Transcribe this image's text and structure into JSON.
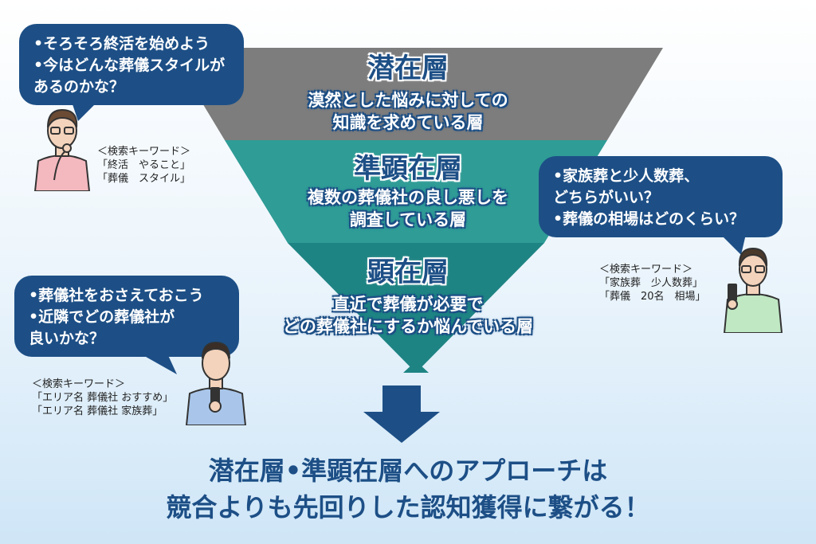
{
  "layers": [
    {
      "title": "潜在層",
      "desc": [
        "漠然とした悩みに対しての",
        "知識を求めている層"
      ],
      "color": "#7d7d7d"
    },
    {
      "title": "準顕在層",
      "desc": [
        "複数の葬儀社の良し悪しを",
        "調査している層"
      ],
      "color": "#2f9c96"
    },
    {
      "title": "顕在層",
      "desc": [
        "直近で葬儀が必要で",
        "どの葬儀社にするか悩んでいる層"
      ],
      "color": "#1e8483"
    }
  ],
  "personas": [
    {
      "bubble": [
        "•そろそろ終活を始めよう",
        "•今はどんな葬儀スタイルが",
        "  あるのかな？"
      ],
      "keywords_label": "＜検索キーワード＞",
      "keywords": [
        "「終活　やること」",
        "「葬儀　スタイル」"
      ],
      "shirt_color": "#f4b8bf"
    },
    {
      "bubble": [
        "•家族葬と少人数葬、",
        "  どちらがいい？",
        "•葬儀の相場はどのくらい？"
      ],
      "keywords_label": "＜検索キーワード＞",
      "keywords": [
        "「家族葬　少人数葬」",
        "「葬儀　20名　相場」"
      ],
      "shirt_color": "#bfe8c3"
    },
    {
      "bubble": [
        "•葬儀社をおさえておこう",
        "•近隣でどの葬儀社が",
        "  良いかな？"
      ],
      "keywords_label": "＜検索キーワード＞",
      "keywords": [
        "「エリア名 葬儀社 おすすめ」",
        "「エリア名 葬儀社 家族葬」"
      ],
      "shirt_color": "#a9c6ea"
    }
  ],
  "conclusion": [
    "潜在層•準顕在層へのアプローチは",
    "競合よりも先回りした認知獲得に繋がる！"
  ],
  "colors": {
    "accent": "#1d4f86",
    "arrow": "#1d4f86"
  }
}
